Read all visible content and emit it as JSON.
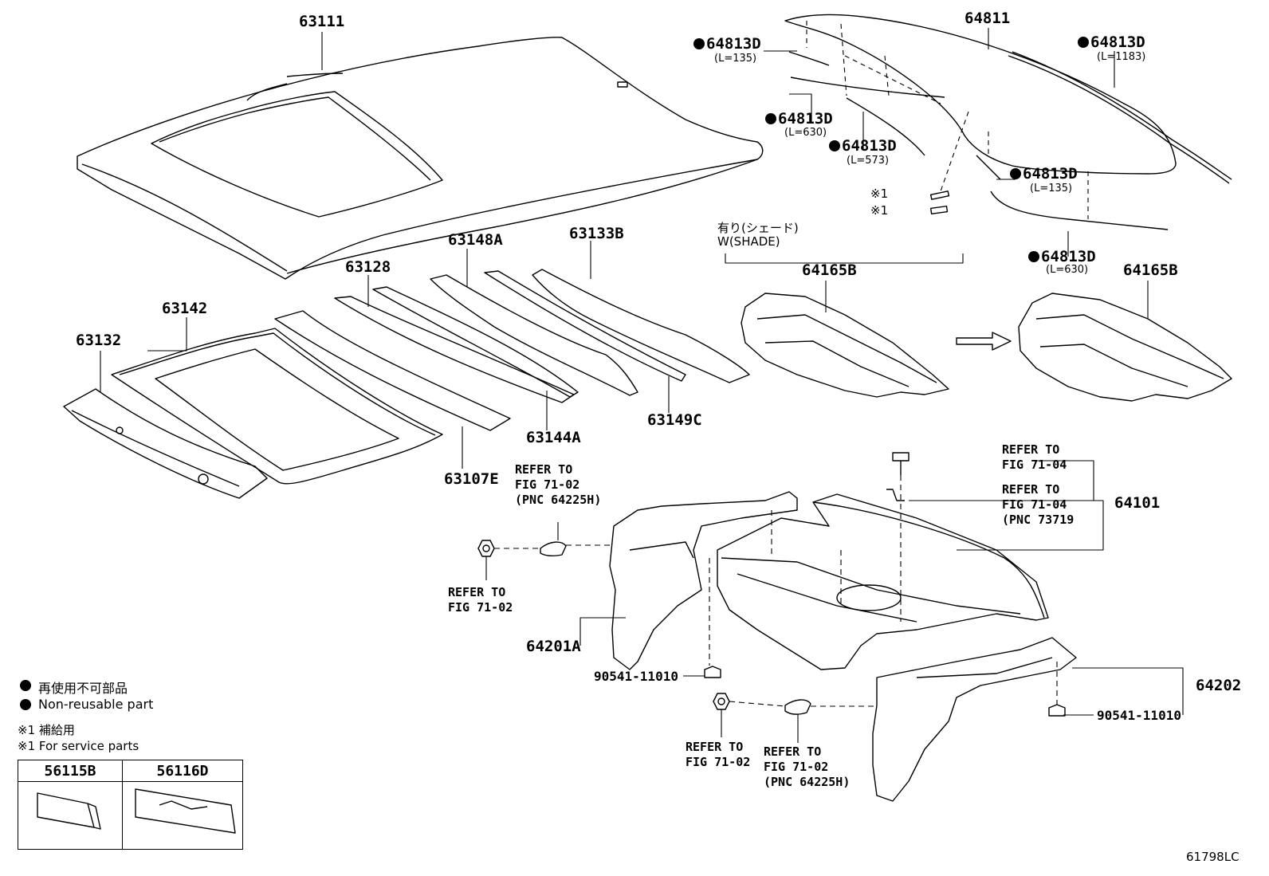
{
  "parts": {
    "p63111": "63111",
    "p64811": "64811",
    "p63132": "63132",
    "p63142": "63142",
    "p63128": "63128",
    "p63148A": "63148A",
    "p63133B": "63133B",
    "p63144A": "63144A",
    "p63107E": "63107E",
    "p63149C": "63149C",
    "p64165B_a": "64165B",
    "p64165B_b": "64165B",
    "p64101": "64101",
    "p64201A": "64201A",
    "p64202": "64202",
    "p90541_a": "90541-11010",
    "p90541_b": "90541-11010"
  },
  "mouldings": [
    {
      "pn": "64813D",
      "len": "(L=135)"
    },
    {
      "pn": "64813D",
      "len": "(L=1183)"
    },
    {
      "pn": "64813D",
      "len": "(L=630)"
    },
    {
      "pn": "64813D",
      "len": "(L=573)"
    },
    {
      "pn": "64813D",
      "len": "(L=135)"
    },
    {
      "pn": "64813D",
      "len": "(L=630)"
    }
  ],
  "service_marks": [
    "※1",
    "※1"
  ],
  "shade_note": {
    "ja": "有り(シェード)",
    "en": "W(SHADE)"
  },
  "refs": {
    "r1": "REFER TO\nFIG 71-02\n(PNC 64225H)",
    "r2": "REFER TO\nFIG 71-02",
    "r3": "REFER TO\nFIG 71-04",
    "r4": "REFER TO\nFIG 71-04\n(PNC 73719",
    "r5": "REFER TO\nFIG 71-02",
    "r6": "REFER TO\nFIG 71-02\n(PNC 64225H)"
  },
  "legend": {
    "nonreuse_ja": "再使用不可部品",
    "nonreuse_en": "Non-reusable part",
    "service_ja": "※1 補給用",
    "service_en": "※1 For service parts"
  },
  "service_table": {
    "col1": "56115B",
    "col2": "56116D"
  },
  "figure_code": "61798LC"
}
